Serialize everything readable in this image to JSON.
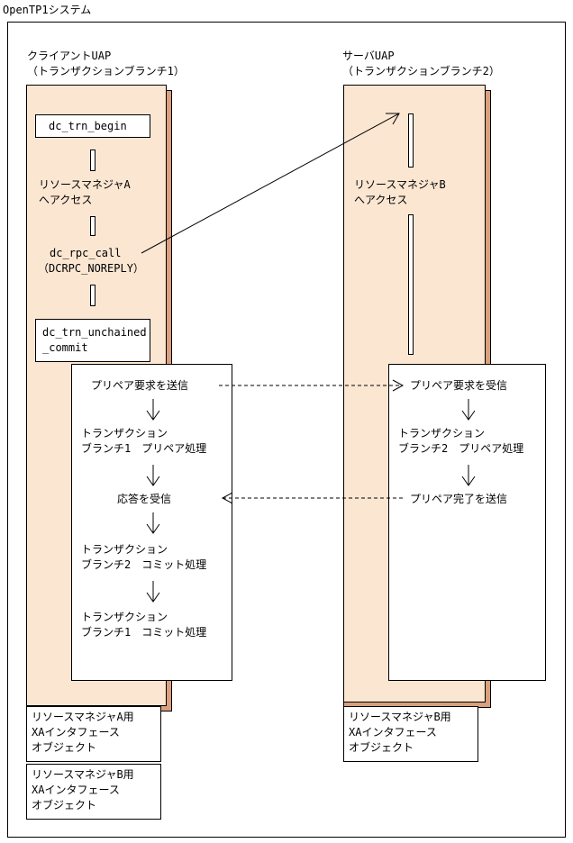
{
  "system_title": "OpenTP1システム",
  "client": {
    "title_line1": "クライアントUAP",
    "title_line2": "（トランザクションブランチ1）",
    "trn_begin": "dc_trn_begin",
    "access_line1": "リソースマネジャA",
    "access_line2": "へアクセス",
    "rpc_line1": "dc_rpc_call",
    "rpc_line2": "（DCRPC_NOREPLY）",
    "commit_line1": "dc_trn_unchained",
    "commit_line2": "_commit",
    "prepare_send": "プリペア要求を送信",
    "branch1_prepare_line1": "トランザクション",
    "branch1_prepare_line2": "ブランチ1　プリペア処理",
    "response_receive": "応答を受信",
    "branch2_commit_line1": "トランザクション",
    "branch2_commit_line2": "ブランチ2　コミット処理",
    "branch1_commit_line1": "トランザクション",
    "branch1_commit_line2": "ブランチ1　コミット処理"
  },
  "server": {
    "title_line1": "サーバUAP",
    "title_line2": "（トランザクションブランチ2）",
    "access_line1": "リソースマネジャB",
    "access_line2": "へアクセス",
    "prepare_receive": "プリペア要求を受信",
    "branch2_prepare_line1": "トランザクション",
    "branch2_prepare_line2": "ブランチ2　プリペア処理",
    "prepare_done_send": "プリペア完了を送信"
  },
  "xa_objects": {
    "client_a_line1": "リソースマネジャA用",
    "client_a_line2": "XAインタフェース",
    "client_a_line3": "オブジェクト",
    "client_b_line1": "リソースマネジャB用",
    "client_b_line2": "XAインタフェース",
    "client_b_line3": "オブジェクト",
    "server_b_line1": "リソースマネジャB用",
    "server_b_line2": "XAインタフェース",
    "server_b_line3": "オブジェクト"
  }
}
